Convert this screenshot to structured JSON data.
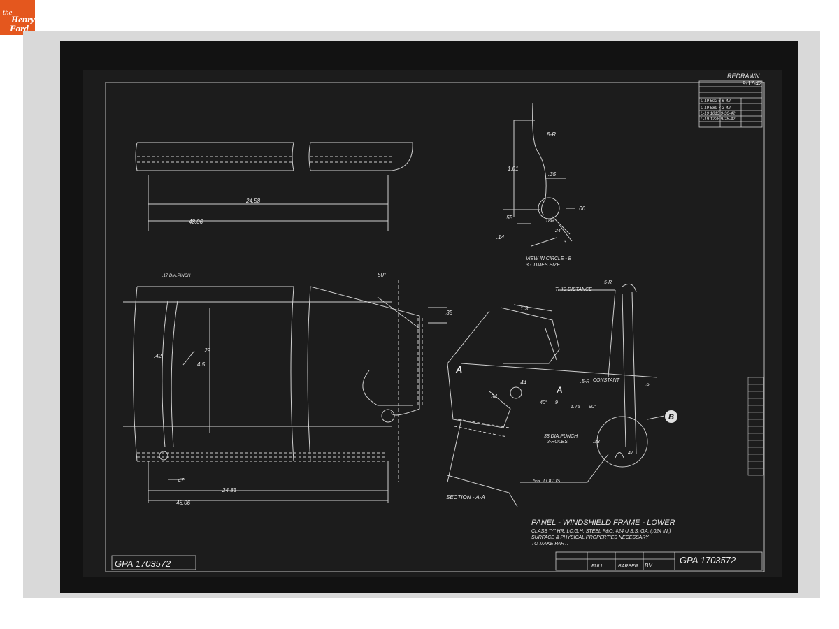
{
  "logo": {
    "line1": "the",
    "line2": "Henry",
    "line3": "Ford"
  },
  "drawing": {
    "title": "PANEL - WINDSHIELD FRAME - LOWER",
    "material_lines": [
      "CLASS \"Y\"  HR. LC.G.H. STEEL P&O. #24 U.S.S. GA. (.024 IN.)",
      "SURFACE & PHYSICAL PROPERTIES NECESSARY",
      "TO MAKE PART."
    ],
    "part_number": "GPA 1703572",
    "redrawn_label": "REDRAWN",
    "redrawn_date": "9-17-42",
    "revision_rows": [
      "L-19  502 6-6-42",
      "L-19  589 7-3-42",
      "L-19  1013 9-30-42",
      "L-19  1228 9-28-42"
    ],
    "view_label": "VIEW IN CIRCLE - B",
    "view_sub": "3 - TIMES SIZE",
    "section_label": "SECTION - A-A",
    "this_distance": "THIS DISTANCE",
    "constant": "CONSTANT",
    "sr_locus": ".5-R. LOCUS",
    "holes_label_1": ".38 DIA.PUNCH",
    "holes_label_2": "2-HOLES",
    "pinch_label": ".17 DIA.PINCH",
    "circle_b": "B",
    "section_marker": "A",
    "title_block": {
      "scale": "FULL",
      "drawn_by": "BARBER",
      "sheet": "BV"
    },
    "dims": {
      "d2458": "24.58",
      "d4806": "48.06",
      "d2483": "24.83",
      "d4806b": "48.06",
      "d47": ".47",
      "d42": ".42",
      "d29": ".29",
      "d45": "4.5",
      "d50": "50°",
      "d35": ".35",
      "d101": "1.01",
      "d55": ".55",
      "d14": ".14",
      "d5r": ".5-R",
      "d06": ".06",
      "d18r": ".18R",
      "d24": ".24",
      "d3": ".3",
      "d13": "1.3",
      "d44": ".44",
      "d34": ".34",
      "d40": "40°",
      "d9": ".9",
      "d175": "1.75",
      "d90": "90°",
      "d38": ".38",
      "d5": ".5",
      "d47b": ".47",
      "d5rb": ".5-R"
    }
  }
}
